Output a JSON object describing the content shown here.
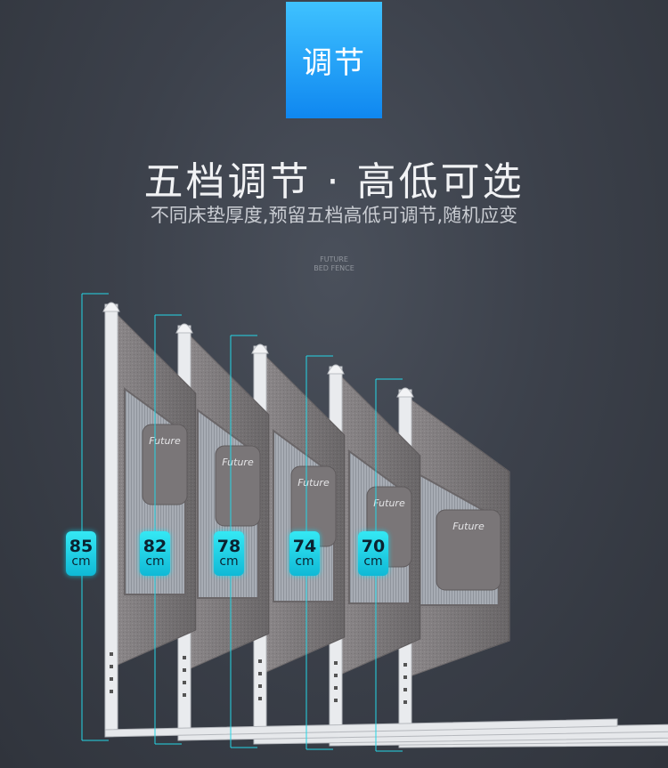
{
  "header": {
    "tag_label": "调节",
    "title": "五档调节 · 高低可选",
    "subtitle": "不同床垫厚度,预留五档高低可调节,随机应变",
    "brand_line1": "FUTURE",
    "brand_line2": "BED FENCE"
  },
  "panels": [
    {
      "height": "85",
      "unit": "cm",
      "logo": "Future"
    },
    {
      "height": "82",
      "unit": "cm",
      "logo": "Future"
    },
    {
      "height": "78",
      "unit": "cm",
      "logo": "Future"
    },
    {
      "height": "74",
      "unit": "cm",
      "logo": "Future"
    },
    {
      "height": "70",
      "unit": "cm",
      "logo": "Future"
    }
  ],
  "colors": {
    "background": "#383d47",
    "accent": "#1fa6f5",
    "measure": "#24d6e6",
    "fabric": "#8a8688"
  }
}
